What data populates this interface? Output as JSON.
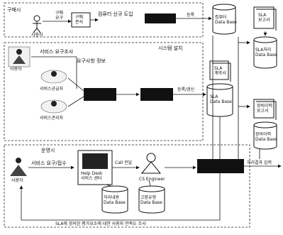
{
  "sections": {
    "top": "구매시",
    "middle": "시스템 설치",
    "bottom": "운영시"
  },
  "actors": {
    "buyer": "사용자",
    "user_requirements": "사용자",
    "service_provider": "서비스공급자",
    "service_manager": "서비스관리자",
    "operation_user": "사용자",
    "cs_engineer": "CS Engineer"
  },
  "steps": {
    "purchase_request": "구매\n요구",
    "purchase_box": "구매\n분석",
    "computer_intro": "컴퓨터 신규 도입",
    "register": "등록",
    "service_survey": "서비스 요구조사",
    "requirement_info": "요구사항 정보",
    "register_update": "등록/갱신",
    "service_request": "서비스 요구/접수",
    "call_transfer": "Call 전달",
    "result_input": "처리결과 입력",
    "feedback": "SLA에 정의된 평가요소에 대한 사용자 만족도 조사"
  },
  "stores": {
    "computer_db": "컴퓨터\nData Base",
    "sla_db": "SLA\nData Base",
    "sla_process_db": "SLA처리\nData Base",
    "equipment_db": "장비이력\nData Base",
    "dispatch_db": "처리내용\nData Base",
    "fault_db": "고장유형\nData Base"
  },
  "documents": {
    "sla_report": "SLA\n보고서",
    "sla_contract": "SLA\n계약서",
    "equipment_report": "장비이력\n보고서"
  },
  "helpdesk": "Help Desk\n서비스 센터"
}
